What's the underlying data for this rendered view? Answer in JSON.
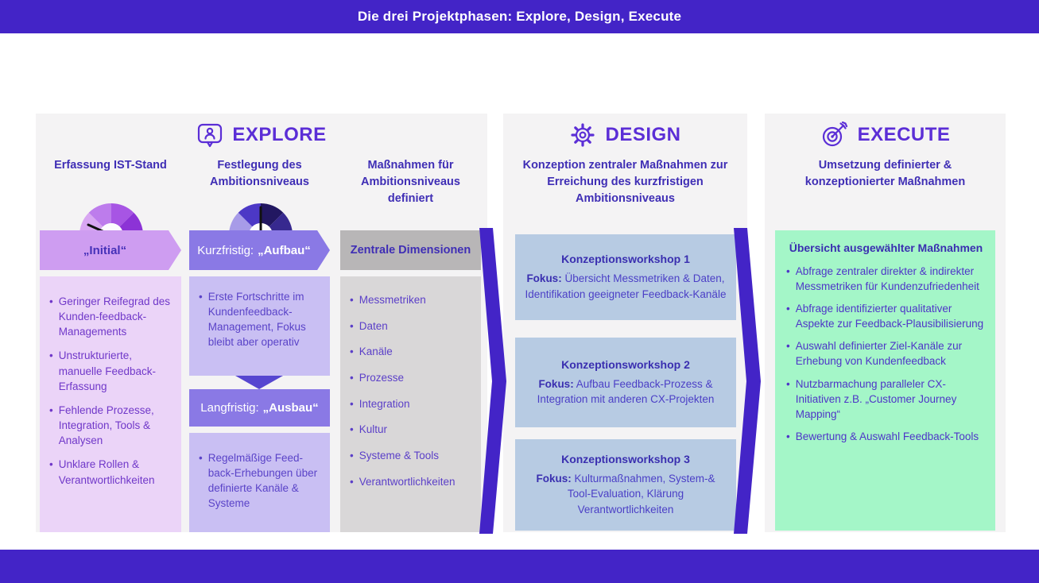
{
  "title_bar": {
    "text": "Die drei Projektphasen: Explore, Design, Execute"
  },
  "colors": {
    "accent_deep_purple": "#4324C7",
    "phase_title": "#5B2ED6",
    "heading_text": "#3F2EB5",
    "badge_initial_bg": "#CE9DF1",
    "badge_purple_bg": "#8A79E5",
    "badge_gray_bg": "#B8B6B7",
    "box_lilac_bg": "#EBD4F8",
    "box_periwinkle_bg": "#C9BFF3",
    "box_gray_bg": "#D9D7D8",
    "workshop_bg": "#B7CBE3",
    "execute_box_bg": "#A4F6C8"
  },
  "icons": {
    "explore": "person-in-speech-bubble",
    "design": "gear",
    "execute": "target-with-dart",
    "gauge_initial": "speedometer-low",
    "gauge_aufbau": "speedometer-mid"
  },
  "gauges": {
    "initial": {
      "segments": [
        "#D8A6F2",
        "#BD7CEC",
        "#A755E4",
        "#8C33D6"
      ],
      "needle": "low-left"
    },
    "aufbau": {
      "segments": [
        "#A79BE8",
        "#4C38C6",
        "#221761",
        "#37298F"
      ],
      "needle": "straight-up"
    }
  },
  "explore": {
    "title": "EXPLORE",
    "col1": {
      "header": "Erfassung IST-Stand",
      "badge": "„Initial“",
      "bullets": [
        "Geringer Reifegrad des Kunden-feedback-Managements",
        "Unstrukturierte, manuelle Feedback-Erfassung",
        "Fehlende Prozesse, Integration, Tools & Analysen",
        "Unklare Rollen & Verantwortlichkeiten"
      ]
    },
    "col2": {
      "header": "Festlegung des Ambitionsniveaus",
      "badge1_label": "Kurzfristig:",
      "badge1_term": "„Aufbau“",
      "bullets1": [
        "Erste Fortschritte im Kundenfeedback-Management, Fokus bleibt aber operativ"
      ],
      "badge2_label": "Langfristig:",
      "badge2_term": "„Ausbau“",
      "bullets2": [
        "Regelmäßige Feed-back-Erhebungen über definierte Kanäle & Systeme"
      ]
    },
    "col3": {
      "header": "Maßnahmen für Ambitionsniveaus definiert",
      "badge": "Zentrale Dimensionen",
      "bullets": [
        "Messmetriken",
        "Daten",
        "Kanäle",
        "Prozesse",
        "Integration",
        "Kultur",
        "Systeme & Tools",
        "Verantwortlichkeiten"
      ]
    }
  },
  "design": {
    "title": "DESIGN",
    "subtitle": "Konzeption zentraler Maßnahmen zur Erreichung des kurzfristigen Ambitionsniveaus",
    "workshops": [
      {
        "title": "Konzeptionsworkshop 1",
        "focus_label": "Fokus:",
        "focus_text": "Übersicht Messmetriken & Daten, Identifikation geeigneter Feedback-Kanäle"
      },
      {
        "title": "Konzeptionsworkshop 2",
        "focus_label": "Fokus:",
        "focus_text": "Aufbau Feedback-Prozess & Integration mit anderen CX-Projekten"
      },
      {
        "title": "Konzeptionsworkshop 3",
        "focus_label": "Fokus:",
        "focus_text": "Kulturmaßnahmen, System-& Tool-Evaluation, Klärung Verantwortlichkeiten"
      }
    ]
  },
  "execute": {
    "title": "EXECUTE",
    "subtitle": "Umsetzung definierter & konzeptionierter Maßnahmen",
    "box_title": "Übersicht ausgewählter Maßnahmen",
    "bullets": [
      "Abfrage zentraler direkter & indirekter Messmetriken für Kundenzufriedenheit",
      "Abfrage identifizierter qualitativer Aspekte zur Feedback-Plausibilisierung",
      "Auswahl definierter Ziel-Kanäle zur Erhebung von Kundenfeedback",
      "Nutzbarmachung paralleler CX-Initiativen z.B. „Customer Journey Mapping“",
      "Bewertung & Auswahl Feedback-Tools"
    ]
  }
}
